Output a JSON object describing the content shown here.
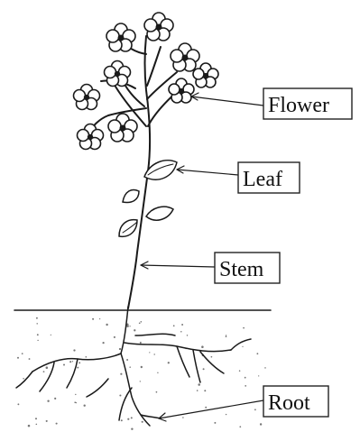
{
  "labels": {
    "flower": "Flower",
    "leaf": "Leaf",
    "stem": "Stem",
    "root": "Root"
  },
  "colors": {
    "ink": "#1a1a1a",
    "background": "#ffffff"
  }
}
